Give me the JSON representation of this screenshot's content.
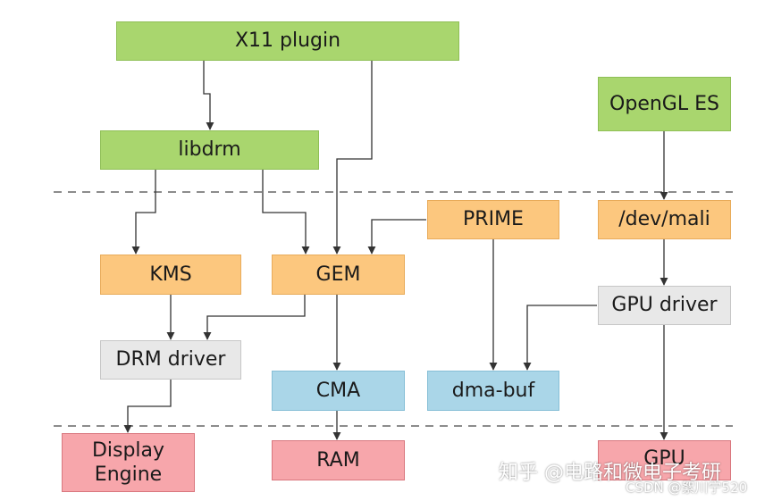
{
  "nodes": {
    "x11_plugin": "X11 plugin",
    "libdrm": "libdrm",
    "opengl_es": "OpenGL ES",
    "prime": "PRIME",
    "dev_mali": "/dev/mali",
    "kms": "KMS",
    "gem": "GEM",
    "gpu_driver": "GPU driver",
    "drm_driver": "DRM driver",
    "cma": "CMA",
    "dma_buf": "dma-buf",
    "display_engine_line1": "Display",
    "display_engine_line2": "Engine",
    "ram": "RAM",
    "gpu": "GPU"
  },
  "watermark": {
    "zhihu": "知乎 @电路和微电子考研",
    "csdn": "CSDN @絮川宁520"
  },
  "colors": {
    "green": "#a9d66e",
    "orange": "#fcc77e",
    "gray": "#e8e8e8",
    "blue": "#aad6e8",
    "red": "#f7a6ab",
    "line": "#333333",
    "dashed": "#666666"
  }
}
